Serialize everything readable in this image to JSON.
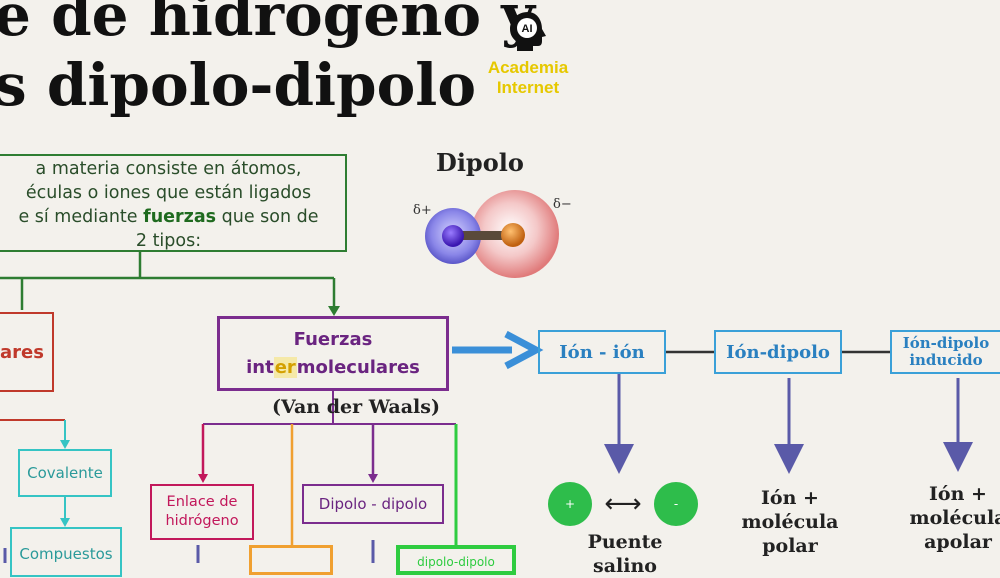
{
  "title": {
    "line1": "e de hidrógeno y",
    "line2": "s dipolo-dipolo"
  },
  "logo": {
    "badge": "AI",
    "line1": "Academia",
    "line2": "Internet",
    "color": "#e6c800"
  },
  "intro": {
    "line1": "a materia consiste en átomos,",
    "line2": "éculas o iones que están ligados",
    "line3_pre": "e sí mediante ",
    "line3_bold": "fuerzas",
    "line3_post": " que son de",
    "line4": "2 tipos:"
  },
  "dipole": {
    "title": "Dipolo",
    "delta_plus": "δ+",
    "delta_minus": "δ−"
  },
  "left_box": {
    "label": "ares"
  },
  "fuerzas": {
    "line1": "Fuerzas",
    "line2_pre": "int",
    "line2_hl": "er",
    "line2_post": "moleculares",
    "subtitle": "(Van der Waals)"
  },
  "ion_boxes": [
    {
      "label": "Ión - ión"
    },
    {
      "label": "Ión-dipolo"
    },
    {
      "label": "Ión-dipolo inducido"
    }
  ],
  "left_nodes": {
    "covalente": "Covalente",
    "compuestos": "Compuestos"
  },
  "sub_boxes": {
    "enlace_line1": "Enlace de",
    "enlace_line2": "hidrógeno",
    "dipolo_dipolo": "Dipolo - dipolo",
    "green_partial": "dipolo-dipolo"
  },
  "ion_bottom": {
    "ion_ion": {
      "plus": "+",
      "minus": "-",
      "arrow": "⟷",
      "line1": "Puente",
      "line2": "salino"
    },
    "ion_dipolo": {
      "line1": "Ión +",
      "line2": "molécula",
      "line3": "polar"
    },
    "ion_inducido": {
      "line1": "Ión +",
      "line2": "molécula",
      "line3": "apolar"
    }
  },
  "colors": {
    "green_line": "#2e7d32",
    "purple": "#7b2d8e",
    "blue_arrow": "#3a8fd8",
    "ion_box": "#3aa0d8",
    "red_box": "#c0392b",
    "teal": "#35c4c4",
    "magenta": "#c2185b",
    "orange": "#f0a030",
    "green_bright": "#2ecc40",
    "slate_arrow": "#5a5aa8",
    "ball_green": "#2ebd4b"
  }
}
